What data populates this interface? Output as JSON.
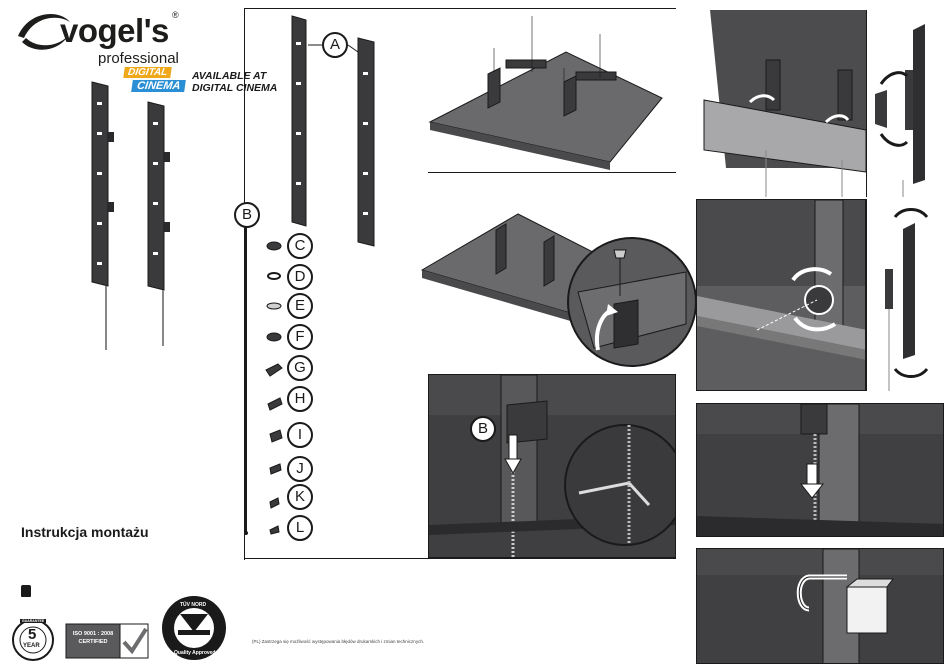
{
  "brand": {
    "name": "vogel's",
    "registered": "®",
    "subtitle": "professional"
  },
  "digital_cinema": {
    "badge_top": "DIGITAL",
    "badge_bottom": "CINEMA",
    "text_line1": "AVAILABLE AT",
    "text_line2": "DIGITAL CINEMA"
  },
  "manual_title": "Instrukcja montażu",
  "parts": [
    {
      "id": "A"
    },
    {
      "id": "B"
    },
    {
      "id": "C"
    },
    {
      "id": "D"
    },
    {
      "id": "E"
    },
    {
      "id": "F"
    },
    {
      "id": "G"
    },
    {
      "id": "H"
    },
    {
      "id": "I"
    },
    {
      "id": "J"
    },
    {
      "id": "K"
    },
    {
      "id": "L"
    }
  ],
  "callouts": {
    "step_b": "B"
  },
  "certificates": {
    "warranty_number": "5",
    "warranty_unit": "YEAR",
    "warranty_ring": "GUARANTEE",
    "iso_line1": "ISO 9001 : 2008",
    "iso_line2": "CERTIFIED",
    "tuv_top": "TÜV NORD",
    "tuv_bottom": "Quality Approved"
  },
  "footnote": "(PL) Zastrzega się możliwość występowania błędów drukarskich i zmian technicznych.",
  "colors": {
    "ink": "#1a1a1a",
    "panel_dark": "#3b3b3d",
    "panel_mid": "#6d6d70",
    "digital_orange": "#f0a81b",
    "digital_blue": "#2a8fd4"
  }
}
